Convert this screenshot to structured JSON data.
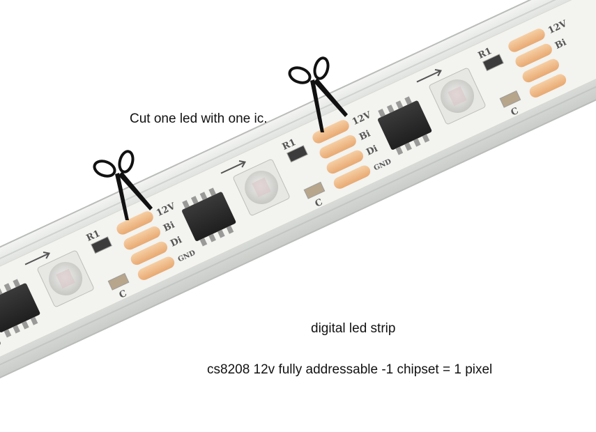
{
  "captions": {
    "cut_instruction": "Cut one led with one ic.",
    "product_name": "digital led strip",
    "spec_line": "cs8208 12v fully addressable -1 chipset = 1 pixel"
  },
  "pcb_labels": {
    "voltage": "12V",
    "backup_data": "Bi",
    "data_in": "Di",
    "ground": "GND",
    "resistor": "R1",
    "capacitor": "C",
    "partial_data": "D"
  },
  "colors": {
    "background": "#ffffff",
    "silicone_sleeve": "#e6e8e5",
    "pcb": "#f3f3f0",
    "copper_pad": "#f1bd8a",
    "ic_chip": "#2d2d2d",
    "led_lens": "#cfcfcc",
    "scissors": "#111111"
  },
  "icons": [
    "scissors-icon",
    "arrow-right-icon"
  ]
}
